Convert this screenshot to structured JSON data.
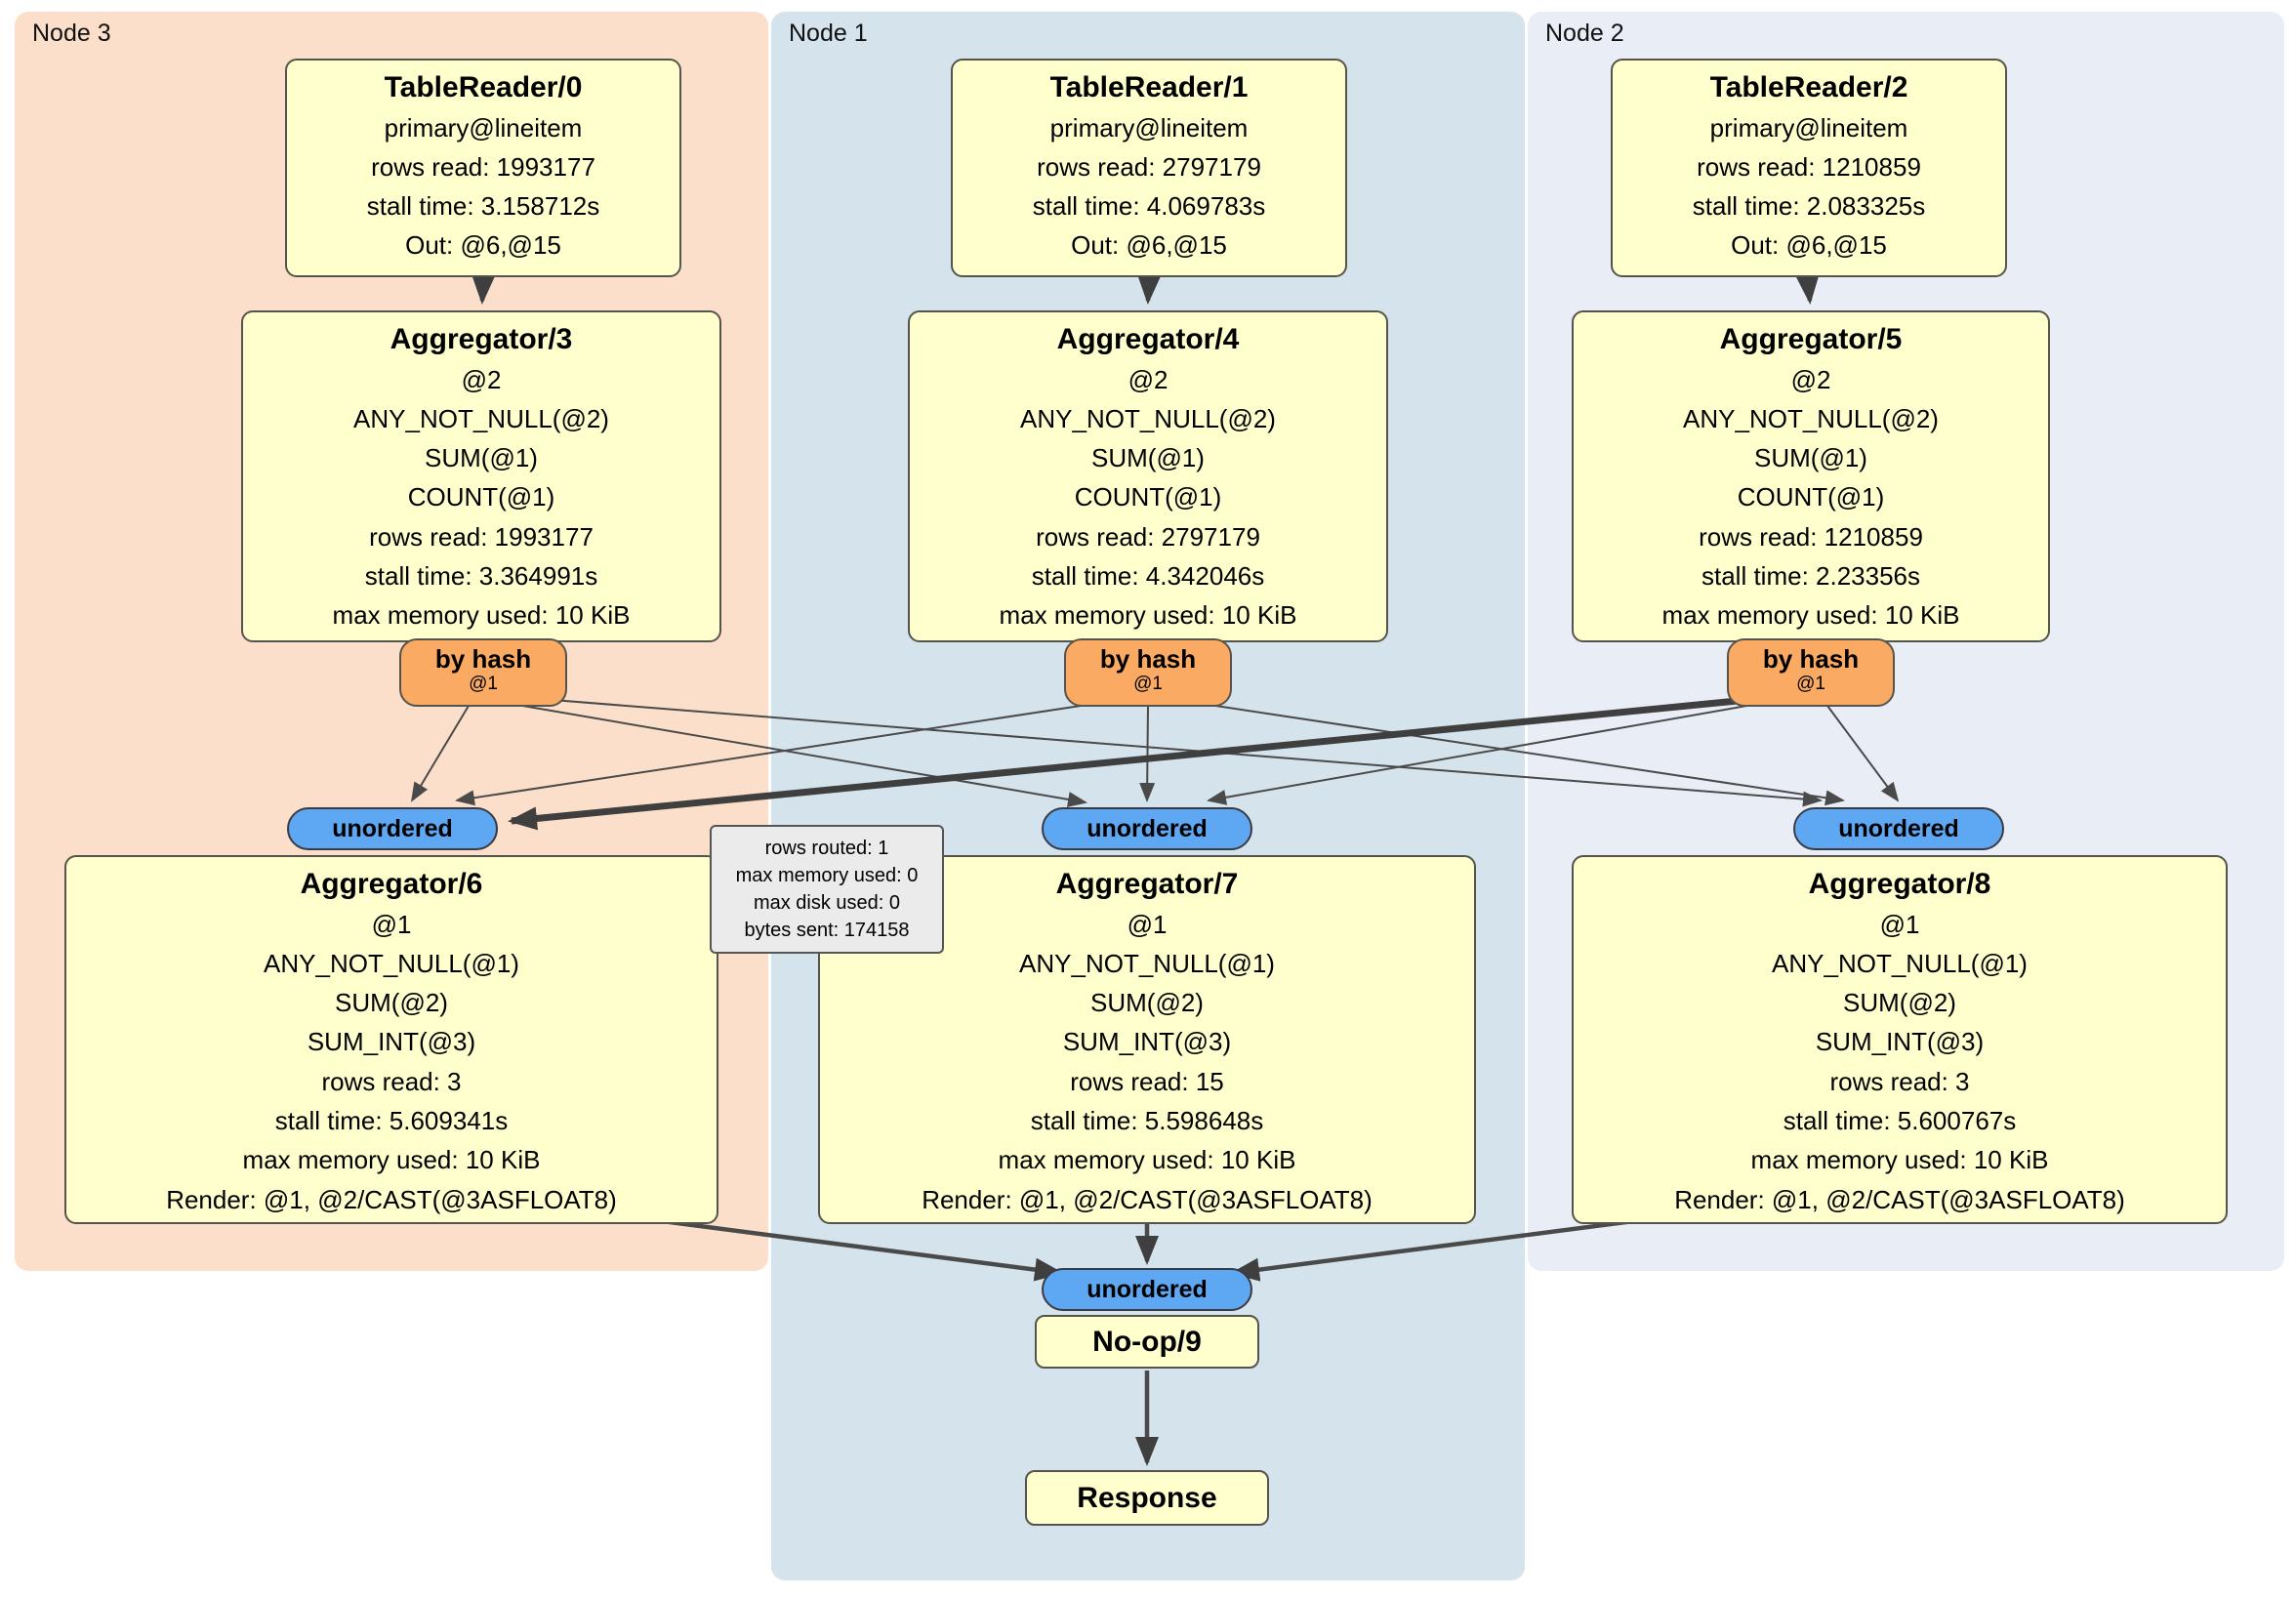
{
  "regions": [
    {
      "label": "Node 3"
    },
    {
      "label": "Node 1"
    },
    {
      "label": "Node 2"
    }
  ],
  "boxes": {
    "tr0": {
      "title": "TableReader/0",
      "lines": [
        "primary@lineitem",
        "rows read: 1993177",
        "stall time: 3.158712s",
        "Out: @6,@15"
      ]
    },
    "tr1": {
      "title": "TableReader/1",
      "lines": [
        "primary@lineitem",
        "rows read: 2797179",
        "stall time: 4.069783s",
        "Out: @6,@15"
      ]
    },
    "tr2": {
      "title": "TableReader/2",
      "lines": [
        "primary@lineitem",
        "rows read: 1210859",
        "stall time: 2.083325s",
        "Out: @6,@15"
      ]
    },
    "agg3": {
      "title": "Aggregator/3",
      "lines": [
        "@2",
        "ANY_NOT_NULL(@2)",
        "SUM(@1)",
        "COUNT(@1)",
        "rows read: 1993177",
        "stall time: 3.364991s",
        "max memory used: 10 KiB"
      ]
    },
    "agg4": {
      "title": "Aggregator/4",
      "lines": [
        "@2",
        "ANY_NOT_NULL(@2)",
        "SUM(@1)",
        "COUNT(@1)",
        "rows read: 2797179",
        "stall time: 4.342046s",
        "max memory used: 10 KiB"
      ]
    },
    "agg5": {
      "title": "Aggregator/5",
      "lines": [
        "@2",
        "ANY_NOT_NULL(@2)",
        "SUM(@1)",
        "COUNT(@1)",
        "rows read: 1210859",
        "stall time: 2.23356s",
        "max memory used: 10 KiB"
      ]
    },
    "agg6": {
      "title": "Aggregator/6",
      "lines": [
        "@1",
        "ANY_NOT_NULL(@1)",
        "SUM(@2)",
        "SUM_INT(@3)",
        "rows read: 3",
        "stall time: 5.609341s",
        "max memory used: 10 KiB",
        "Render: @1, @2/CAST(@3ASFLOAT8)"
      ]
    },
    "agg7": {
      "title": "Aggregator/7",
      "lines": [
        "@1",
        "ANY_NOT_NULL(@1)",
        "SUM(@2)",
        "SUM_INT(@3)",
        "rows read: 15",
        "stall time: 5.598648s",
        "max memory used: 10 KiB",
        "Render: @1, @2/CAST(@3ASFLOAT8)"
      ]
    },
    "agg8": {
      "title": "Aggregator/8",
      "lines": [
        "@1",
        "ANY_NOT_NULL(@1)",
        "SUM(@2)",
        "SUM_INT(@3)",
        "rows read: 3",
        "stall time: 5.600767s",
        "max memory used: 10 KiB",
        "Render: @1, @2/CAST(@3ASFLOAT8)"
      ]
    },
    "noop": {
      "title": "No-op/9"
    },
    "response": {
      "title": "Response"
    }
  },
  "routers": {
    "hash3": {
      "label": "by hash",
      "detail": "@1"
    },
    "hash4": {
      "label": "by hash",
      "detail": "@1"
    },
    "hash5": {
      "label": "by hash",
      "detail": "@1"
    }
  },
  "syncs": {
    "un6": {
      "label": "unordered"
    },
    "un7": {
      "label": "unordered"
    },
    "un8": {
      "label": "unordered"
    },
    "final": {
      "label": "unordered"
    }
  },
  "tooltip": {
    "lines": [
      "rows routed: 1",
      "max memory used: 0",
      "max disk used: 0",
      "bytes sent: 174158"
    ]
  },
  "colors": {
    "node3_bg": "#fcdfca",
    "node1_bg": "#d5e3ec",
    "node2_bg": "#e9edf6",
    "processor_bg": "#ffffce",
    "router_bg": "#fbaa63",
    "sync_bg": "#5ea7f2",
    "edge": "#4a4a4a"
  }
}
